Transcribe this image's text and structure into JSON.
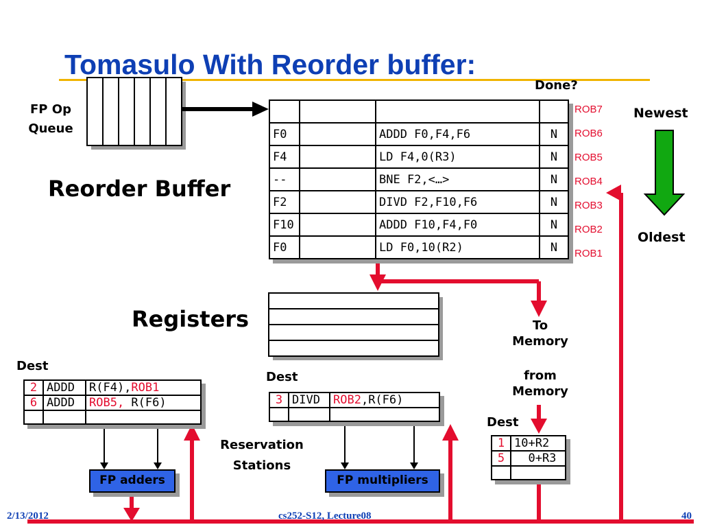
{
  "title": "Tomasulo With Reorder buffer:",
  "fp_op_queue": {
    "label_line1": "FP Op",
    "label_line2": "Queue"
  },
  "reorder_buffer": {
    "label": "Reorder Buffer",
    "done_header": "Done?",
    "rows": [
      {
        "dest": "",
        "value": "",
        "instr": "",
        "done": "",
        "rob": "ROB7"
      },
      {
        "dest": "F0",
        "value": "",
        "instr": "ADDD F0,F4,F6",
        "done": "N",
        "rob": "ROB6"
      },
      {
        "dest": "F4",
        "value": "",
        "instr": "LD F4,0(R3)",
        "done": "N",
        "rob": "ROB5"
      },
      {
        "dest": "--",
        "value": "",
        "instr": "BNE F2,<…>",
        "done": "N",
        "rob": "ROB4"
      },
      {
        "dest": "F2",
        "value": "",
        "instr": "DIVD F2,F10,F6",
        "done": "N",
        "rob": "ROB3"
      },
      {
        "dest": "F10",
        "value": "",
        "instr": "ADDD F10,F4,F0",
        "done": "N",
        "rob": "ROB2"
      },
      {
        "dest": "F0",
        "value": "",
        "instr": "LD F0,10(R2)",
        "done": "N",
        "rob": "ROB1"
      }
    ]
  },
  "order_indicator": {
    "newest": "Newest",
    "oldest": "Oldest"
  },
  "registers": {
    "label": "Registers"
  },
  "to_memory": {
    "line1": "To",
    "line2": "Memory"
  },
  "from_memory": {
    "line1": "from",
    "line2": "Memory"
  },
  "reservation_stations": {
    "label_line1": "Reservation",
    "label_line2": "Stations"
  },
  "fp_adders_rs": {
    "dest_header": "Dest",
    "rows": [
      {
        "dest": "2",
        "op": "ADDD",
        "src1": "R(F4),",
        "src2": "ROB1"
      },
      {
        "dest": "6",
        "op": "ADDD",
        "src1": "ROB5,",
        "src2": " R(F6)"
      },
      {
        "dest": "",
        "op": "",
        "src1": "",
        "src2": ""
      }
    ],
    "unit_label": "FP adders"
  },
  "fp_mult_rs": {
    "dest_header": "Dest",
    "rows": [
      {
        "dest": "3",
        "op": "DIVD",
        "src1": "ROB2",
        "src2": ",R(F6)"
      },
      {
        "dest": "",
        "op": "",
        "src1": "",
        "src2": ""
      }
    ],
    "unit_label": "FP multipliers"
  },
  "load_buffer": {
    "dest_header": "Dest",
    "rows": [
      {
        "dest": "1",
        "addr": "10+R2"
      },
      {
        "dest": "5",
        "addr": "  0+R3"
      },
      {
        "dest": "",
        "addr": ""
      }
    ]
  },
  "footer": {
    "date": "2/13/2012",
    "course": "cs252-S12, Lecture08",
    "page": "40"
  },
  "colors": {
    "title": "#0e3fb4",
    "accent_red": "#e30d2e",
    "arrow_green": "#11a811",
    "fu_blue": "#2f63e6",
    "rule": "#f0b400"
  }
}
